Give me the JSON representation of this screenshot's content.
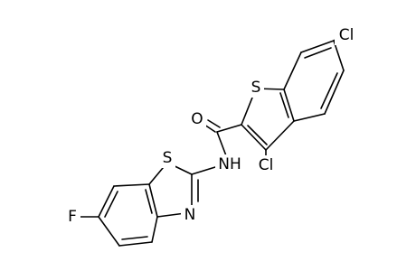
{
  "atoms": {
    "s_thiophene": "S",
    "cl_benzo": "Cl",
    "cl_thiophene": "Cl",
    "o_carbonyl": "O",
    "nh_amide": "NH",
    "s_thiazole": "S",
    "n_thiazole": "N",
    "f_benzo": "F"
  }
}
